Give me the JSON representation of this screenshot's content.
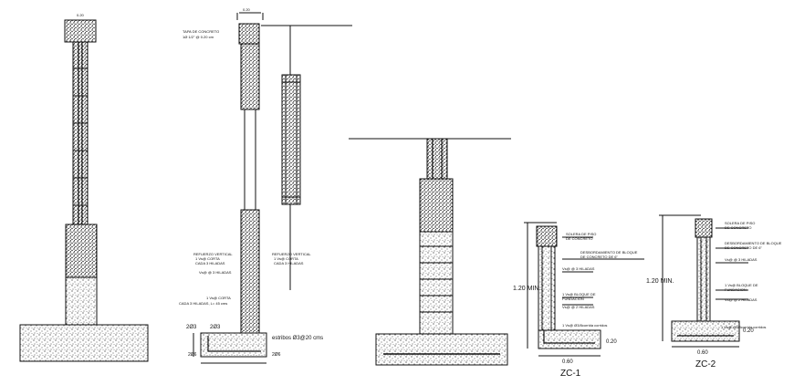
{
  "drawing": {
    "colors": {
      "ink": "#111111",
      "paper": "#ffffff",
      "fill": "#6b6b6b"
    },
    "labels": {
      "col2_top_note": "TAPA DE CONCRETO",
      "col2_top_note2": "1Ø 1/2\" @ 0.20 cm",
      "col2_vert_reinf": "REFUERZO VERTICAL",
      "col2_vert_reinf2": "1 Vs@ CORTA",
      "col2_vert_reinf3": "CADA 3 HILADAS",
      "col2_vs_hiladas": "Vs@ @ 3 HILADAS",
      "col2_vs_corta": "1 Vs@ CORTA",
      "col2_vs_corta2": "CADA 3 HILADAS, L= 45 cms",
      "col2_dim_a": "2Ø3",
      "col2_dim_b": "2Ø3",
      "col2_estribos": "estribos Ø3@20 cms",
      "col2_dim_c": "2Ø6",
      "col2_dim_d": "2Ø6",
      "col3_vert_reinf": "REFUERZO VERTICAL",
      "col3_vert_reinf2": "1 Vs@ CORTA",
      "col3_vert_reinf3": "CADA 3 HILADAS",
      "zc1_solera": "SOLERA DE PISO",
      "zc1_solera2": "DE CONCRETO",
      "zc1_block": "DESBORDAMIENTO DE BLOQUE",
      "zc1_block2": "DE CONCRETO DE 6\"",
      "zc1_vs": "Vs@ @ 3 HILADAS",
      "zc1_bloque": "1 Vs@ BLOQUE DE",
      "zc1_bloque2": "FUNDACION",
      "zc1_vs2": "Vs@ @ 2 HILADAS",
      "zc1_corr": "1 Vs@ Ø3/8corrida corridos",
      "zc1_h": "1.20 MIN.",
      "zc1_w": "0.60",
      "zc1_t": "0.20",
      "zc1_name": "ZC-1",
      "zc2_solera": "SOLERA DE PISO",
      "zc2_solera2": "DE CONCRETO",
      "zc2_block": "DESBORDAMIENTO DE BLOQUE",
      "zc2_block2": "DE CONCRETO DE 6\"",
      "zc2_vs": "Vs@ @ 3 HILADAS",
      "zc2_bloque": "1 Vs@ BLOQUE DE",
      "zc2_bloque2": "FUNDACION",
      "zc2_vs2": "Vs@ @ 2 HILADAS",
      "zc2_corr": "1 Vs@ Ø3/8corrida corridos",
      "zc2_h": "1.20 MIN.",
      "zc2_w": "0.60",
      "zc2_t": "0.20",
      "zc2_name": "ZC-2",
      "col1_dim": "0.20",
      "col2_dim": "0.20"
    }
  }
}
